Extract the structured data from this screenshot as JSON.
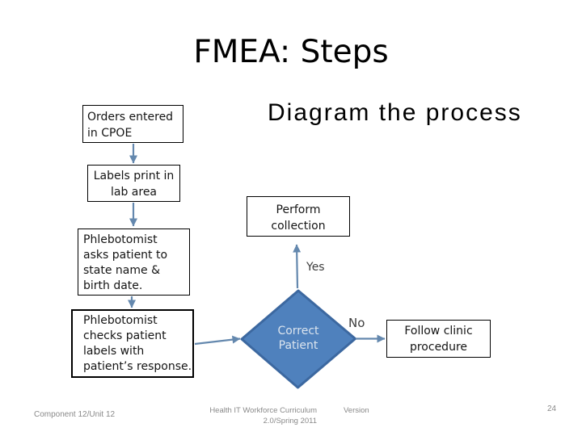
{
  "slide": {
    "title": "FMEA: Steps",
    "subtitle": "Diagram the process"
  },
  "diagram": {
    "boxes": {
      "orders": {
        "lines": [
          "Orders entered",
          "in CPOE"
        ]
      },
      "labels": {
        "lines": [
          "Labels print in",
          "lab area"
        ]
      },
      "asks": {
        "lines": [
          "Phlebotomist",
          "asks patient to",
          "state name &",
          "birth date."
        ]
      },
      "checks": {
        "lines": [
          "Phlebotomist",
          "checks patient",
          "labels with",
          "patient’s response."
        ]
      },
      "perform": {
        "lines": [
          "Perform",
          "collection"
        ]
      },
      "follow": {
        "lines": [
          "Follow clinic",
          "procedure"
        ]
      }
    },
    "decision": {
      "lines": [
        "Correct",
        "Patient"
      ]
    },
    "edge_labels": {
      "yes": "Yes",
      "no": "No"
    }
  },
  "footer": {
    "left": "Component 12/Unit 12",
    "center_line1": "Health IT Workforce Curriculum",
    "center_line2": "2.0/Spring 2011",
    "version": "Version",
    "page": "24"
  },
  "colors": {
    "arrow": "#6488ae",
    "decision_fill": "#4f81bd",
    "decision_border": "#3c68a0",
    "decision_text": "#dbe4ee",
    "box_border": "#000000",
    "footer_text": "#898989"
  }
}
